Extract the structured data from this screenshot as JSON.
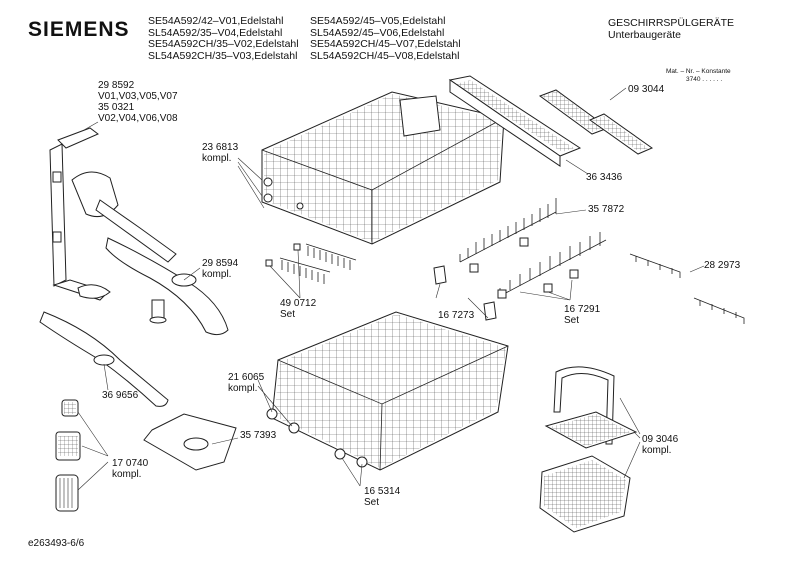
{
  "header": {
    "brand": "SIEMENS",
    "models_col1": [
      "SE54A592/42–V01,Edelstahl",
      "SL54A592/35–V04,Edelstahl",
      "SE54A592CH/35–V02,Edelstahl",
      "SL54A592CH/35–V03,Edelstahl"
    ],
    "models_col2": [
      "SE54A592/45–V05,Edelstahl",
      "SL54A592/45–V06,Edelstahl",
      "SE54A592CH/45–V07,Edelstahl",
      "SL54A592CH/45–V08,Edelstahl"
    ],
    "category": "GESCHIRRSPÜLGERÄTE",
    "subcategory": "Unterbaugeräte",
    "mat_header": "Mat. – Nr. – Konstante",
    "mat_value": "3740 . .   .  .  .  ."
  },
  "labels": {
    "l298592": [
      "29 8592",
      "V01,V03,V05,V07",
      "35 0321",
      "V02,V04,V06,V08"
    ],
    "l236813": [
      "23 6813",
      "kompl."
    ],
    "l093044": [
      "09 3044"
    ],
    "l363436": [
      "36 3436"
    ],
    "l357872": [
      "35 7872"
    ],
    "l298594": [
      "29 8594",
      "kompl."
    ],
    "l490712": [
      "49 0712",
      "Set"
    ],
    "l167273": [
      "16 7273"
    ],
    "l167291": [
      "16 7291",
      "Set"
    ],
    "l282973": [
      "28 2973"
    ],
    "l216065": [
      "21 6065",
      "kompl."
    ],
    "l369656": [
      "36 9656"
    ],
    "l357393": [
      "35 7393"
    ],
    "l170740": [
      "17 0740",
      "kompl."
    ],
    "l165314": [
      "16 5314",
      "Set"
    ],
    "l093046": [
      "09 3046",
      "kompl."
    ]
  },
  "footer": "e263493-6/6"
}
